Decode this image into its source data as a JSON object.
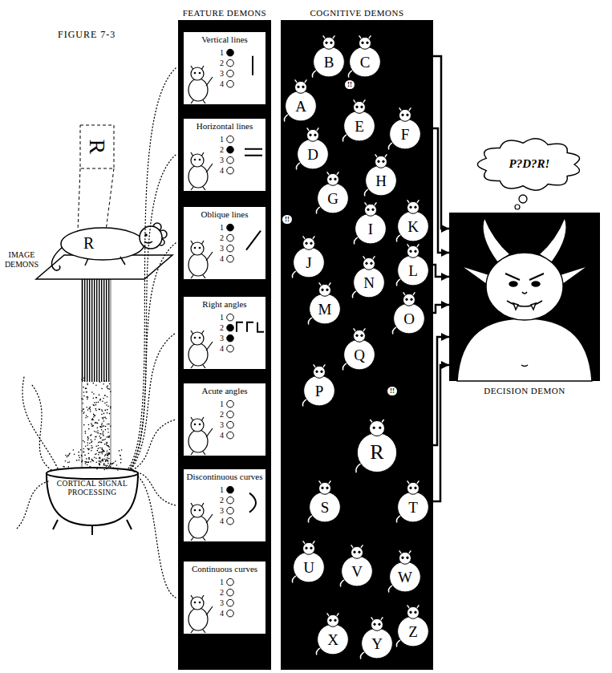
{
  "diagram": {
    "nodes": [
      {
        "text": [
          "FEATURE DEMONS"
        ]
      },
      {
        "text": [
          "Vertical lines",
          "1",
          "2",
          "3",
          "4"
        ],
        "in": 0
      },
      {
        "text": [
          "Horizontal lines",
          "1",
          "2",
          "3",
          "4"
        ],
        "in": 0
      },
      {
        "text": [
          "Oblique lines",
          "1",
          "2",
          "3",
          "4"
        ],
        "in": 0
      },
      {
        "text": [
          "Right angles",
          "1",
          "2",
          "3",
          "4"
        ],
        "in": 0
      },
      {
        "text": [
          "Acute angles",
          "1",
          "2",
          "3",
          "4"
        ],
        "in": 0
      },
      {
        "text": [
          "Discontinuous curves",
          "1",
          "2",
          "3",
          "4"
        ],
        "in": 0
      },
      {
        "text": [
          "Continuous curves",
          "1",
          "2",
          "3",
          "4"
        ],
        "in": 0
      },
      {
        "text": [
          "COGNITIVE DEMONS"
        ]
      },
      {
        "text": [
          "A"
        ],
        "in": 8
      },
      {
        "text": [
          "B"
        ],
        "in": 8
      },
      {
        "text": [
          "C"
        ],
        "in": 8
      },
      {
        "text": [
          "D"
        ],
        "in": 8
      },
      {
        "text": [
          "E"
        ],
        "in": 8
      },
      {
        "text": [
          "F"
        ],
        "in": 8
      },
      {
        "text": [
          "G"
        ],
        "in": 8
      },
      {
        "text": [
          "H"
        ],
        "in": 8
      },
      {
        "text": [
          "I"
        ],
        "in": 8
      },
      {
        "text": [
          "J"
        ],
        "in": 8
      },
      {
        "text": [
          "K"
        ],
        "in": 8
      },
      {
        "text": [
          "L"
        ],
        "in": 8
      },
      {
        "text": [
          "M"
        ],
        "in": 8
      },
      {
        "text": [
          "N"
        ],
        "in": 8
      },
      {
        "text": [
          "O"
        ],
        "in": 8
      },
      {
        "text": [
          "P"
        ],
        "in": 8
      },
      {
        "text": [
          "Q"
        ],
        "in": 8
      },
      {
        "text": [
          "R"
        ],
        "in": 8
      },
      {
        "text": [
          "S"
        ],
        "in": 8
      },
      {
        "text": [
          "T"
        ],
        "in": 8
      },
      {
        "text": [
          "U"
        ],
        "in": 8
      },
      {
        "text": [
          "V"
        ],
        "in": 8
      },
      {
        "text": [
          "W"
        ],
        "in": 8
      },
      {
        "text": [
          "X"
        ],
        "in": 8
      },
      {
        "text": [
          "Y"
        ],
        "in": 8
      },
      {
        "text": [
          "Z"
        ],
        "in": 8
      },
      {
        "text": [
          "DECISION DEMON"
        ]
      }
    ],
    "edges": [
      {
        "from": 11,
        "to": 35,
        "arrow": "to"
      },
      {
        "from": 14,
        "to": 35,
        "arrow": "to"
      },
      {
        "from": 20,
        "to": 35,
        "arrow": "to"
      },
      {
        "from": 23,
        "to": 35,
        "arrow": "to"
      },
      {
        "from": 26,
        "to": 35,
        "arrow": "to"
      },
      {
        "from": 28,
        "to": 35,
        "arrow": "to"
      }
    ],
    "labels": [
      "FIGURE 7-3",
      "R",
      "R",
      "IMAGE DEMONS",
      "CORTICAL SIGNAL PROCESSING",
      "P?D?R!",
      "!!",
      "!!",
      "!!"
    ]
  }
}
